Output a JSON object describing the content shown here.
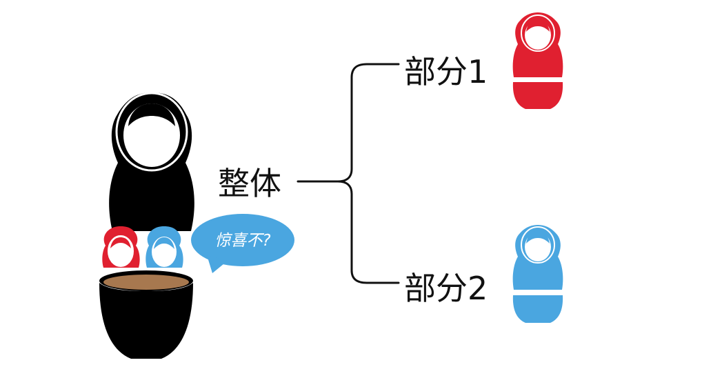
{
  "whole": {
    "label": "整体",
    "color": "#000000"
  },
  "parts": [
    {
      "label": "部分1",
      "color": "#e02030"
    },
    {
      "label": "部分2",
      "color": "#4aa6e0"
    }
  ],
  "speech_bubble": {
    "text": "惊喜不?",
    "color": "#4aa6e0"
  },
  "colors": {
    "doll_black": "#000000",
    "doll_red": "#e02030",
    "doll_blue": "#4aa6e0",
    "cup_rim": "#a7784f",
    "face": "#ffffff"
  }
}
